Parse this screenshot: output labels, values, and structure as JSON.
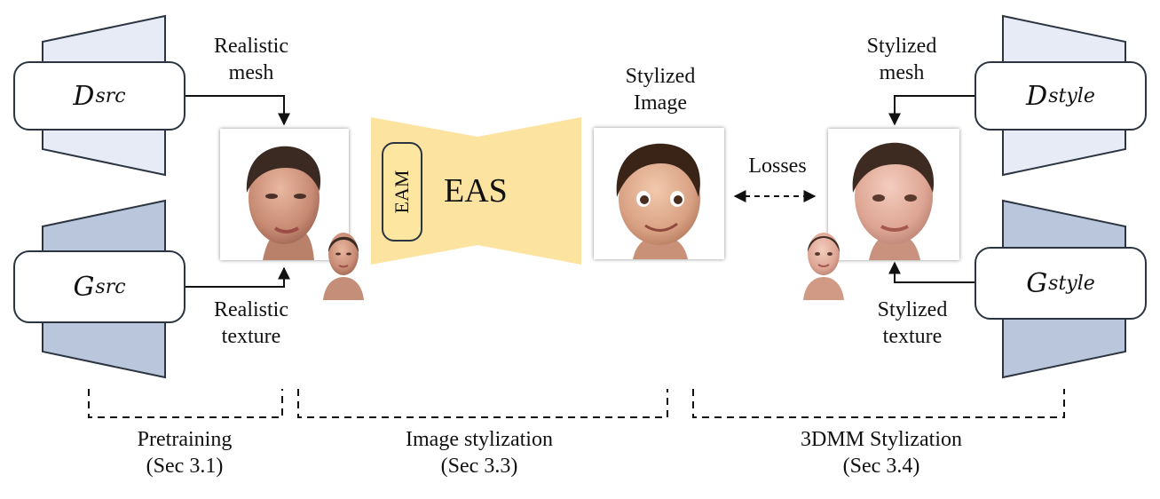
{
  "labels": {
    "realistic_mesh": [
      "Realistic",
      "mesh"
    ],
    "realistic_texture": [
      "Realistic",
      "texture"
    ],
    "stylized_image": [
      "Stylized",
      "Image"
    ],
    "stylized_mesh": [
      "Stylized",
      "mesh"
    ],
    "stylized_texture": [
      "Stylized",
      "texture"
    ],
    "losses": "Losses"
  },
  "modules": {
    "d_src": {
      "symbol": "D",
      "subscript": "src"
    },
    "g_src": {
      "symbol": "G",
      "subscript": "src"
    },
    "d_style": {
      "symbol": "D",
      "subscript": "style"
    },
    "g_style": {
      "symbol": "G",
      "subscript": "style"
    },
    "eas": "EAS",
    "eam": "EAM"
  },
  "stages": [
    {
      "name": "Pretraining",
      "section": "(Sec 3.1)"
    },
    {
      "name": "Image stylization",
      "section": "(Sec 3.3)"
    },
    {
      "name": "3DMM Stylization",
      "section": "(Sec 3.4)"
    }
  ],
  "colors": {
    "d_trapezoid": "#e6ebf6",
    "g_trapezoid": "#bac6dc",
    "eas_fill": "#fde3a0",
    "stroke": "#2b3440"
  }
}
